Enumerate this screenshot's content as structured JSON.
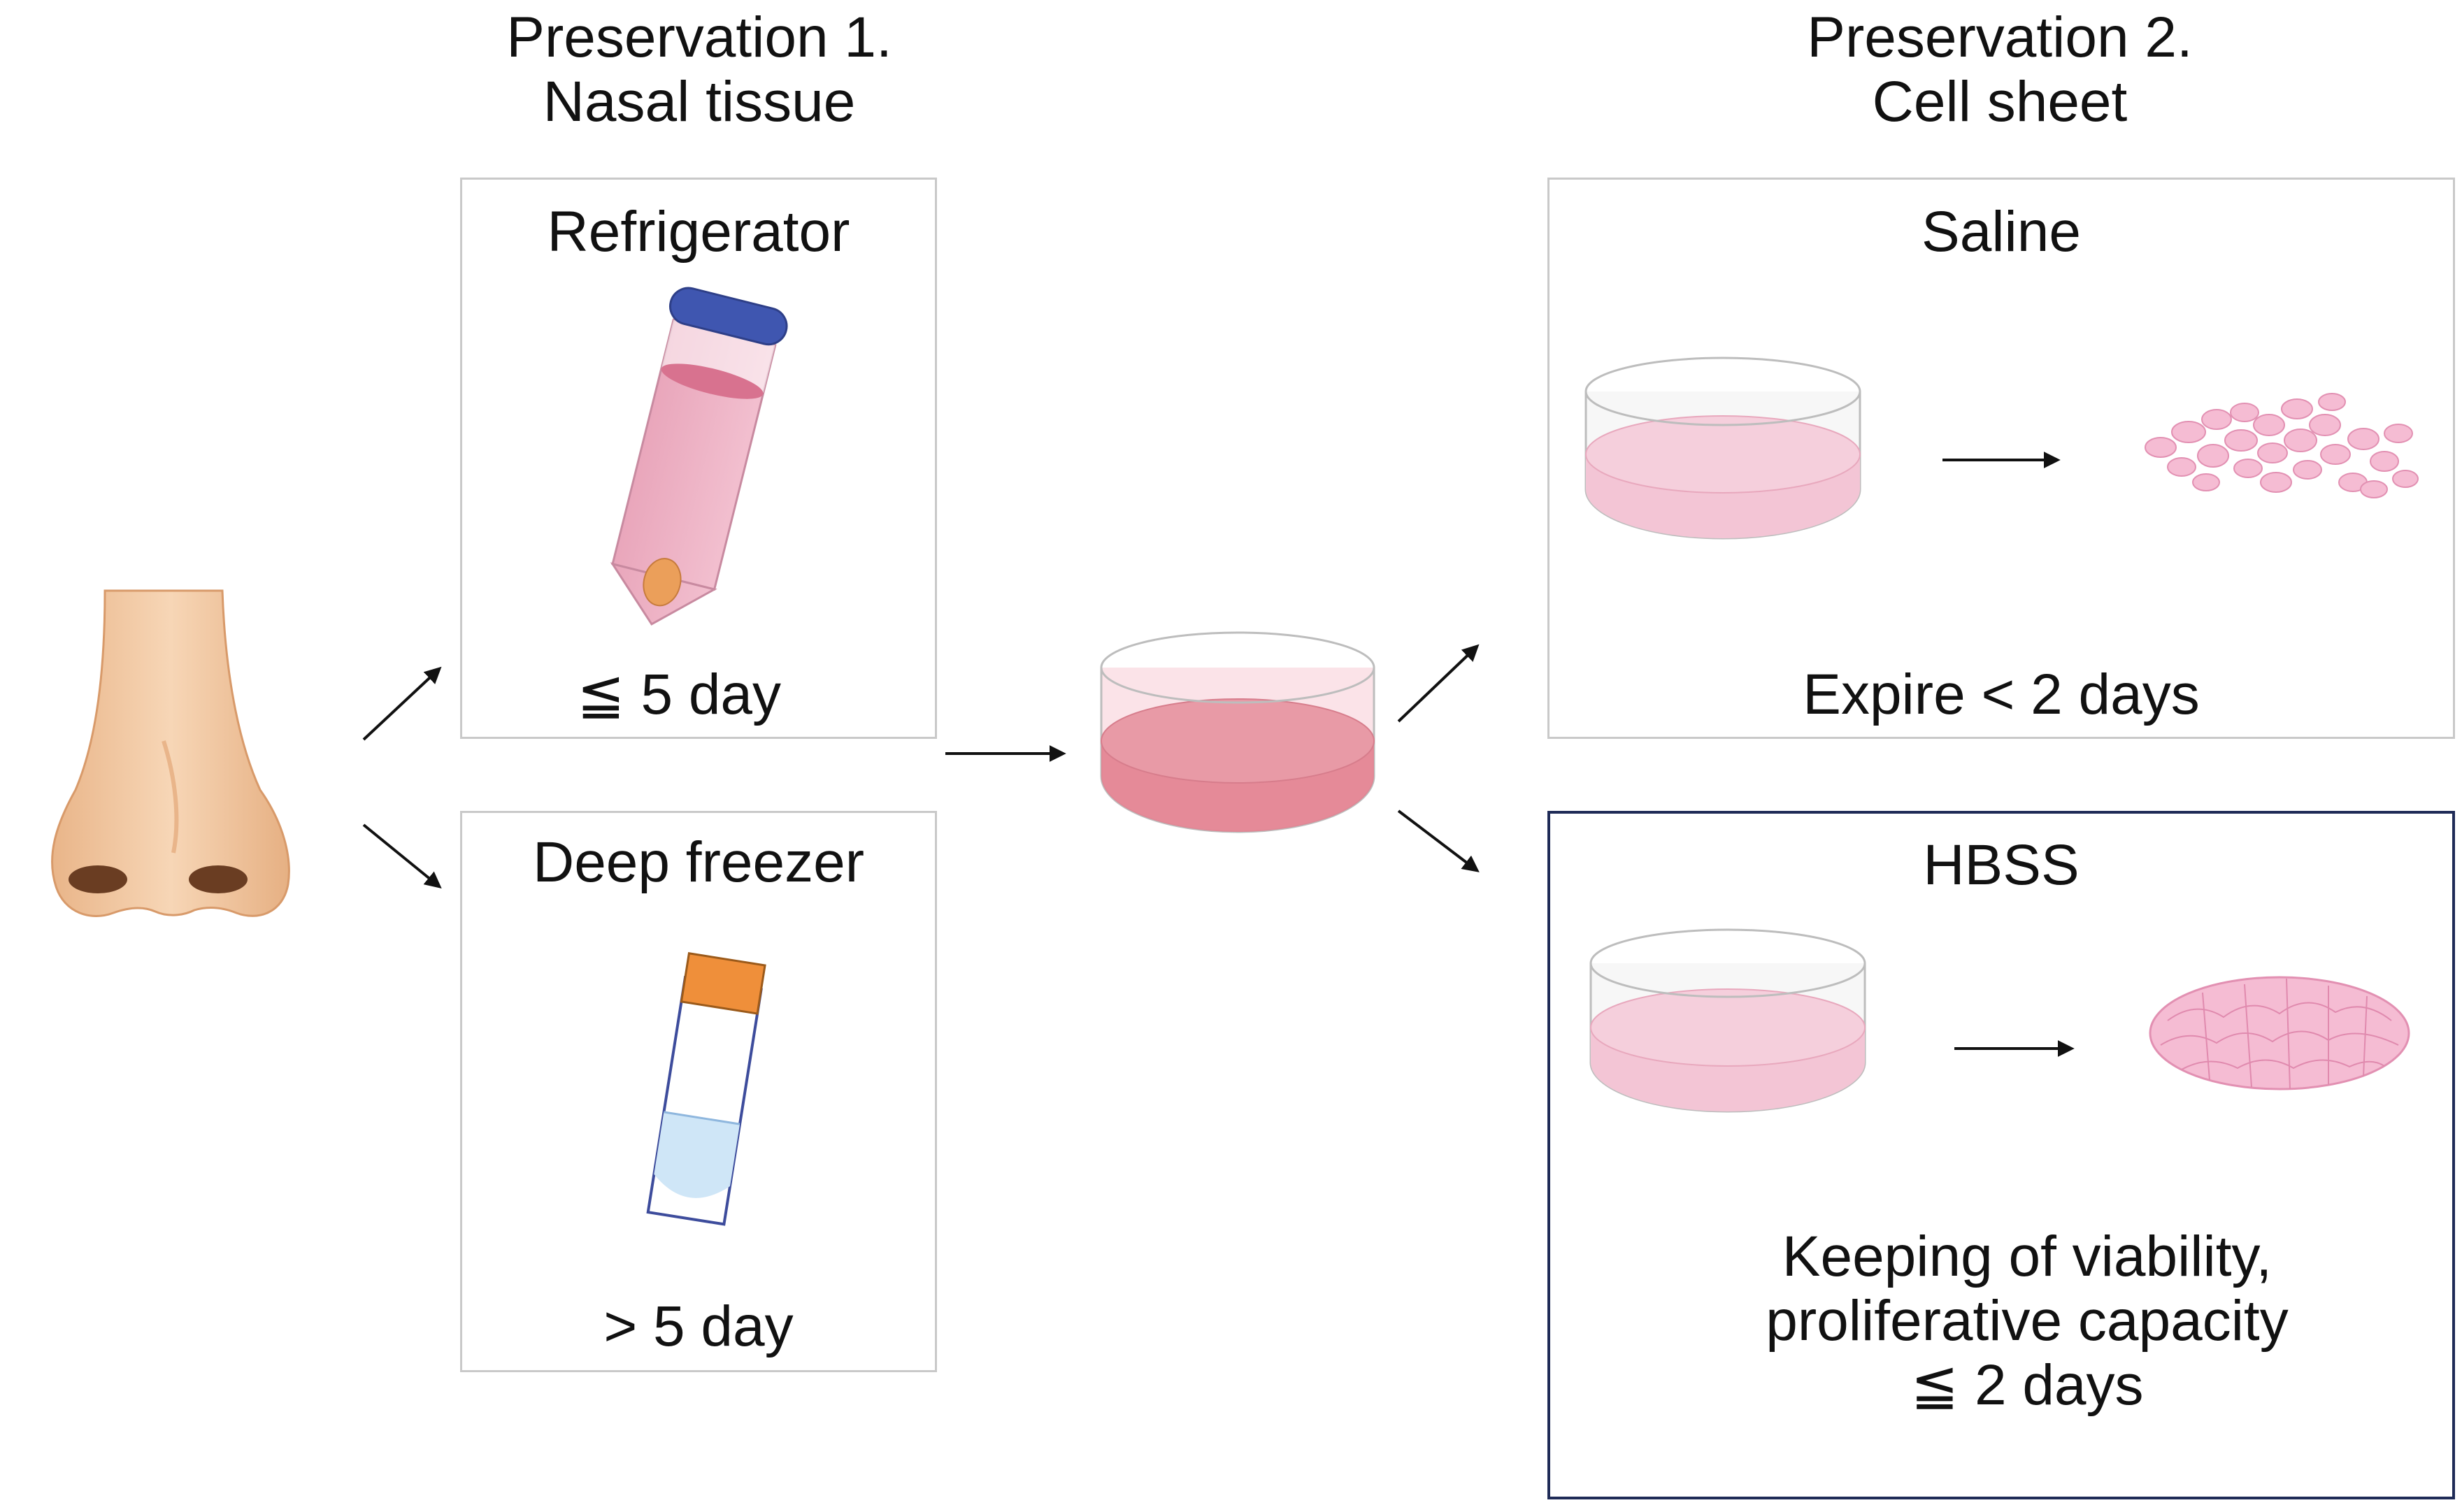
{
  "preservation1": {
    "heading_line1": "Preservation 1.",
    "heading_line2": "Nasal tissue",
    "refrigerator": {
      "title": "Refrigerator",
      "note": "≦ 5 day"
    },
    "deep_freezer": {
      "title": "Deep freezer",
      "note": "> 5 day"
    }
  },
  "preservation2": {
    "heading_line1": "Preservation 2.",
    "heading_line2": "Cell sheet",
    "saline": {
      "title": "Saline",
      "note": "Expire < 2 days"
    },
    "hbss": {
      "title": "HBSS",
      "note_line1": "Keeping of viability,",
      "note_line2": "proliferative capacity",
      "note_line3": "≦ 2 days"
    }
  },
  "icons": [
    "nose-icon",
    "refrigerator-tube-icon",
    "cryovial-icon",
    "culture-dish-icon",
    "cell-sheet-icon",
    "arrow-icon"
  ],
  "colors": {
    "tube_cap": "#3f56b0",
    "tube_body": "#e8a9bd",
    "vial_cap": "#ef8f3a",
    "vial_liquid": "#cfe6f7",
    "cell_pink": "#f1b7cf",
    "dish_medium": "#e27f8f",
    "hbss_border": "#1f2b57",
    "skin": "#f2c9a0"
  }
}
